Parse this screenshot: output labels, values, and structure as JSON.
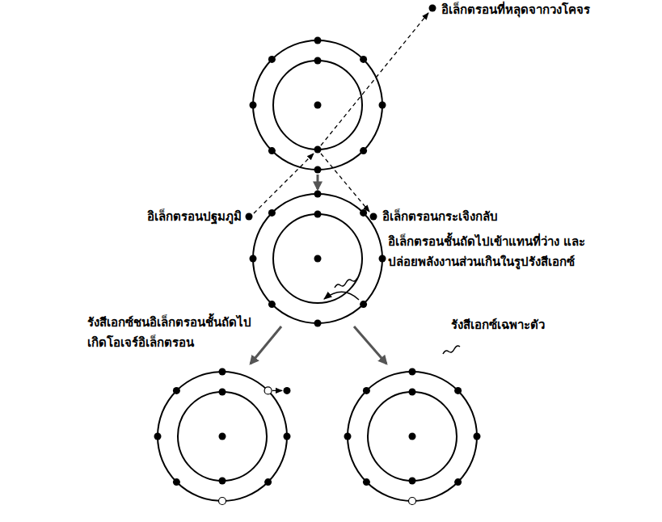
{
  "diagram": {
    "labels": [
      "อิเล็กตรอนที่หลุดจากวงโคจร",
      "อิเล็กตรอนปฐมภูมิ",
      "อิเล็กตรอนกระเจิงกลับ",
      "อิเล็กตรอนชั้นถัดไปเข้าแทนที่ว่าง และปล่อยพลังงานส่วนเกินในรูปรังสีเอกซ์",
      "รังสีเอกซ์ชนอิเล็กตรอนชั้นถัดไป เกิดโอเจร์อิเล็กตรอน",
      "รังสีเอกซ์เฉพาะตัว"
    ]
  }
}
